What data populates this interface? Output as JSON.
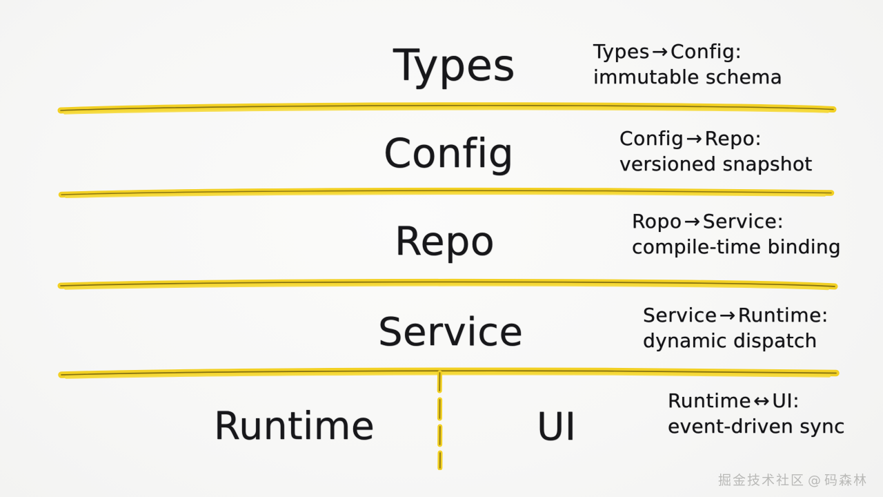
{
  "board": {
    "background_color": "#f7f7f6",
    "ink_color": "#17171a",
    "marker_color": "#f2d024",
    "marker_core_color": "#8f7a12"
  },
  "layers": [
    {
      "name": "types",
      "label": "Types"
    },
    {
      "name": "config",
      "label": "Config"
    },
    {
      "name": "repo",
      "label": "Repo"
    },
    {
      "name": "service",
      "label": "Service"
    },
    {
      "name": "runtime",
      "label": "Runtime"
    },
    {
      "name": "ui",
      "label": "UI"
    }
  ],
  "notes": [
    {
      "name": "types-to-config",
      "from": "Types",
      "arrow": "→",
      "to": "Config:",
      "line1_prefix": "Types",
      "line1_suffix": "Config:",
      "line2": "immutable schema"
    },
    {
      "name": "config-to-repo",
      "from": "Config",
      "arrow": "→",
      "to": "Repo:",
      "line1_prefix": "Config",
      "line1_suffix": "Repo:",
      "line2": "versioned snapshot"
    },
    {
      "name": "repo-to-service",
      "from": "Ropo",
      "arrow": "→",
      "to": "Service:",
      "line1_prefix": "Ropo",
      "line1_suffix": "Service:",
      "line2": "compile-time binding"
    },
    {
      "name": "service-to-runtime",
      "from": "Service",
      "arrow": "→",
      "to": "Runtime:",
      "line1_prefix": "Service",
      "line1_suffix": "Runtime:",
      "line2": "dynamic dispatch"
    },
    {
      "name": "runtime-to-ui",
      "from": "Runtime",
      "arrow": "↔",
      "to": "UI:",
      "line1_prefix": "Runtime",
      "line1_suffix": "UI:",
      "line2": "event-driven sync"
    }
  ],
  "watermark": {
    "site": "掘金技术社区",
    "at": "@",
    "author": "码森林"
  }
}
